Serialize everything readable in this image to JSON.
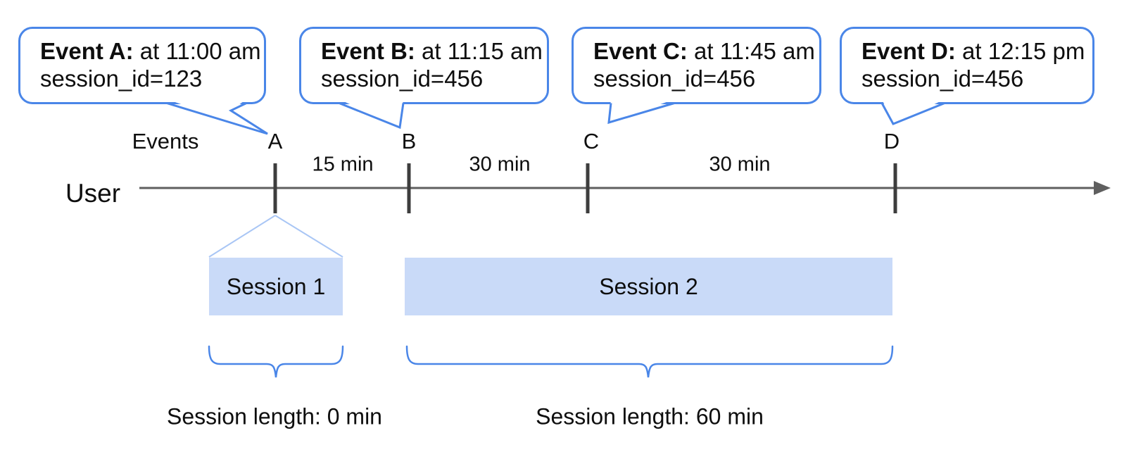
{
  "callouts": [
    {
      "title": "Event A:",
      "time": " at 11:00 am",
      "session": "session_id=123"
    },
    {
      "title": "Event B:",
      "time": " at 11:15 am",
      "session": "session_id=456"
    },
    {
      "title": "Event C:",
      "time": " at 11:45 am",
      "session": "session_id=456"
    },
    {
      "title": "Event D:",
      "time": " at 12:15 pm",
      "session": "session_id=456"
    }
  ],
  "timeline": {
    "user_label": "User",
    "events_label": "Events",
    "event_markers": [
      "A",
      "B",
      "C",
      "D"
    ],
    "intervals": [
      "15 min",
      "30 min",
      "30 min"
    ]
  },
  "sessions": [
    {
      "label": "Session 1",
      "length_label": "Session length: 0 min"
    },
    {
      "label": "Session 2",
      "length_label": "Session length: 60 min"
    }
  ],
  "colors": {
    "callout_border": "#4a86e8",
    "brace_stroke": "#4a86e8",
    "session_fill": "#c9daf8",
    "funnel_stroke": "#a9c6f5",
    "axis_stroke": "#5f5f5f",
    "tick_stroke": "#3d3d3d",
    "text": "#0e0e0e"
  }
}
